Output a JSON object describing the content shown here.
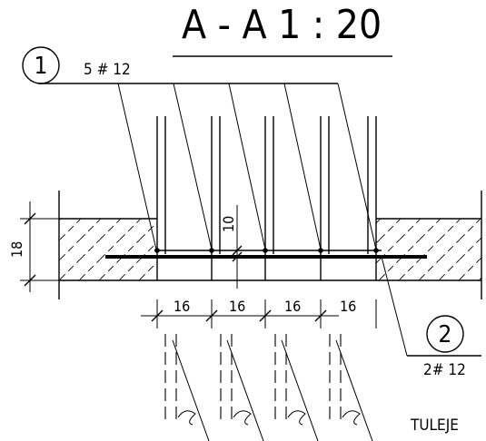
{
  "title": "A - A  1 : 20",
  "callout_1": {
    "number": "1",
    "label": "5 # 12"
  },
  "callout_2": {
    "number": "2",
    "label": "2# 12"
  },
  "dim_vertical": "18",
  "dim_cover": "10",
  "dim_spacing": [
    "16",
    "16",
    "16",
    "16"
  ],
  "note": "TULEJE"
}
